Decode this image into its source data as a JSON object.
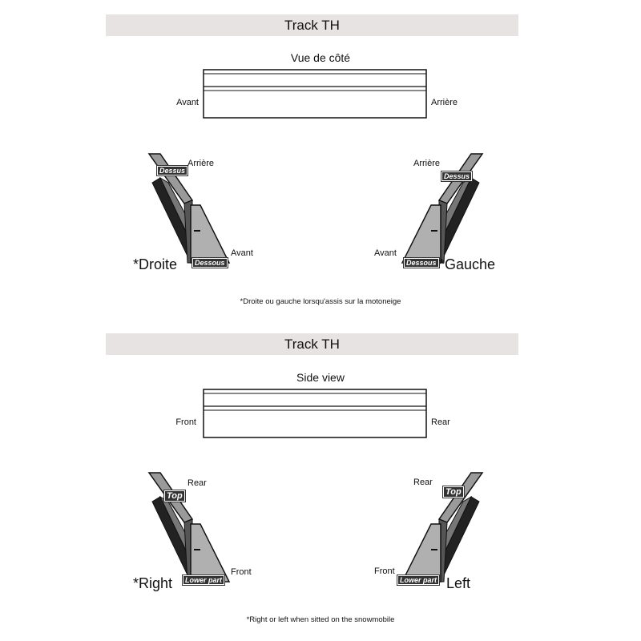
{
  "french": {
    "header": "Track TH",
    "view_title": "Vue de côté",
    "front_label": "Avant",
    "rear_label": "Arrière",
    "right_part": {
      "side": "*Droite",
      "top": "Dessus",
      "bottom": "Dessous",
      "rear": "Arrière",
      "front": "Avant"
    },
    "left_part": {
      "side": "*Gauche",
      "top": "Dessus",
      "bottom": "Dessous",
      "rear": "Arrière",
      "front": "Avant"
    },
    "footnote": "*Droite ou gauche lorsqu'assis sur la motoneige"
  },
  "english": {
    "header": "Track TH",
    "view_title": "Side view",
    "front_label": "Front",
    "rear_label": "Rear",
    "right_part": {
      "side": "*Right",
      "top": "Top",
      "bottom": "Lower part",
      "rear": "Rear",
      "front": "Front"
    },
    "left_part": {
      "side": "Left",
      "top": "Top",
      "bottom": "Lower part",
      "rear": "Rear",
      "front": "Front"
    },
    "footnote": "*Right or left when sitted on the snowmobile"
  }
}
